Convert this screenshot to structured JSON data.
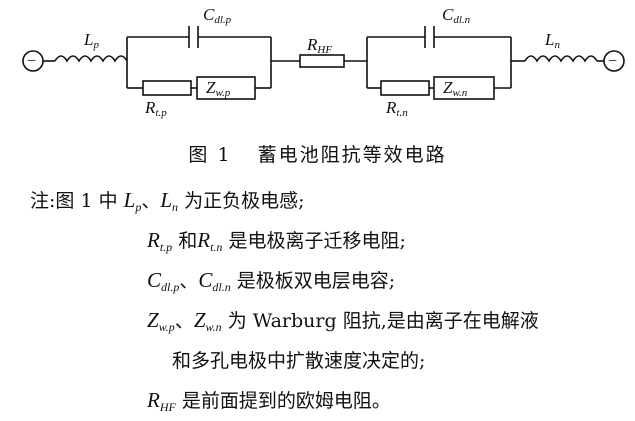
{
  "labels": {
    "Lp": {
      "main": "L",
      "sub": "p"
    },
    "Ln": {
      "main": "L",
      "sub": "n"
    },
    "Cdlp": {
      "main": "C",
      "sub": "dl.p"
    },
    "Cdln": {
      "main": "C",
      "sub": "dl.n"
    },
    "RHF": {
      "main": "R",
      "sub": "HF"
    },
    "Rtp": {
      "main": "R",
      "sub": "t.p"
    },
    "Rtn": {
      "main": "R",
      "sub": "t.n"
    },
    "Zwp": {
      "main": "Z",
      "sub": "w.p"
    },
    "Zwn": {
      "main": "Z",
      "sub": "w.n"
    },
    "terminal_left": "−",
    "terminal_right": "−"
  },
  "caption": {
    "number": "图 1",
    "title": "蓄电池阻抗等效电路"
  },
  "notes": {
    "line1": {
      "prefix": "注:图 1 中",
      "a": "L",
      "a_sub": "p",
      "sep": "、",
      "b": "L",
      "b_sub": "n",
      "text": "为正负极电感;"
    },
    "line2": {
      "a": "R",
      "a_sub": "t.p",
      "mid": "和",
      "b": "R",
      "b_sub": "t.n",
      "text": "是电极离子迁移电阻;"
    },
    "line3": {
      "a": "C",
      "a_sub": "dl.p",
      "sep": "、",
      "b": "C",
      "b_sub": "dl.n",
      "text": "是极板双电层电容;"
    },
    "line4": {
      "a": "Z",
      "a_sub": "w.p",
      "sep": "、",
      "b": "Z",
      "b_sub": "w.n",
      "text": "为 Warburg 阻抗,是由离子在电解液"
    },
    "line5": {
      "text": "和多孔电极中扩散速度决定的;"
    },
    "line6": {
      "a": "R",
      "a_sub": "HF",
      "text": "是前面提到的欧姆电阻。"
    }
  }
}
